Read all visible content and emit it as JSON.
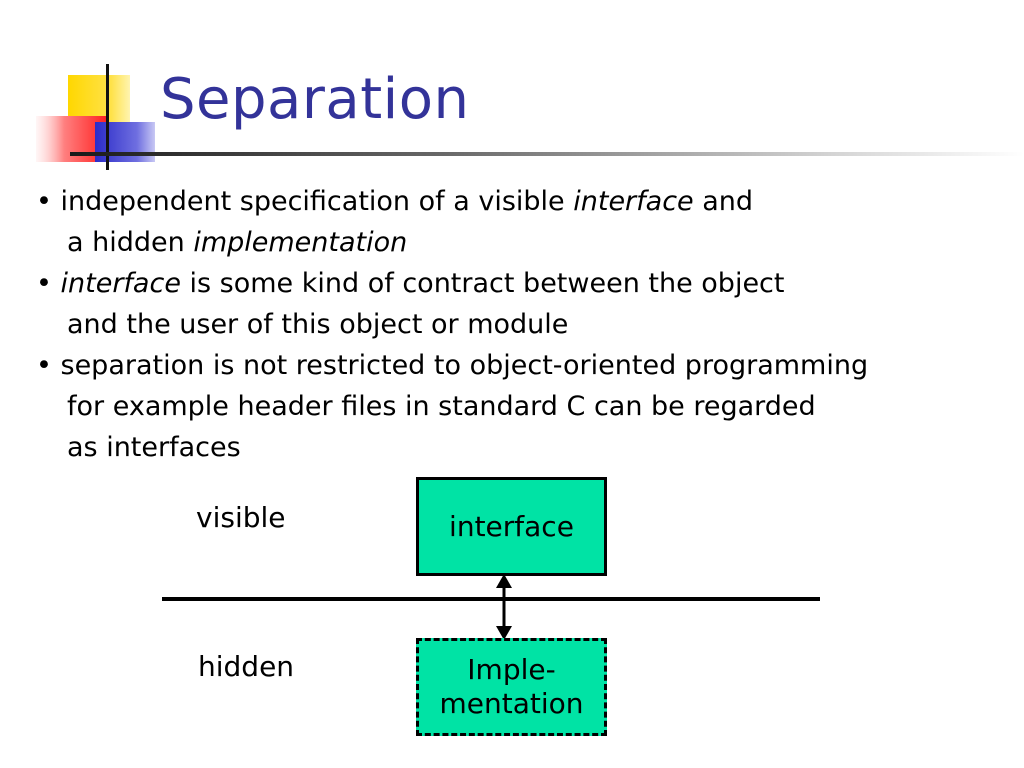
{
  "slide": {
    "title": "Separation",
    "bullets": [
      [
        {
          "text": "• independent specification of  a visible "
        },
        {
          "text": "interface",
          "italic": true
        },
        {
          "text": " and"
        }
      ],
      [
        {
          "text": "a hidden "
        },
        {
          "text": "implementation",
          "italic": true
        }
      ],
      [
        {
          "text": "• "
        },
        {
          "text": "interface",
          "italic": true
        },
        {
          "text": " is some kind of contract between the object"
        }
      ],
      [
        {
          "text": "and the user of this object or module"
        }
      ],
      [
        {
          "text": "• separation is not restricted to object-oriented programming"
        }
      ],
      [
        {
          "text": "for example header files in standard C can be regarded"
        }
      ],
      [
        {
          "text": "as interfaces"
        }
      ]
    ]
  },
  "diagram": {
    "visible_label": "visible",
    "hidden_label": "hidden",
    "interface_box": "interface",
    "implementation_box": [
      "Imple-",
      "mentation"
    ]
  },
  "colors": {
    "title": "#333399",
    "box_fill": "#00e3a5",
    "logo_yellow": "#ffd700",
    "logo_red": "#ff3333",
    "logo_blue": "#3333cc"
  }
}
